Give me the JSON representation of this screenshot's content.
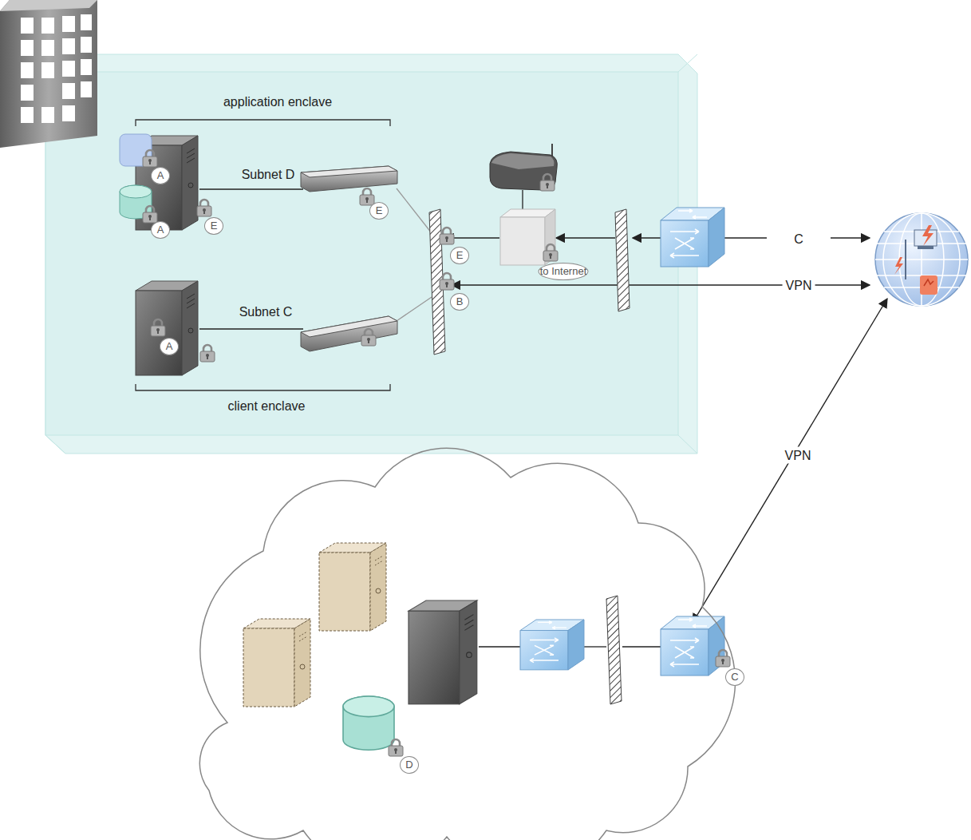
{
  "diagram": {
    "labels": [
      "application enclave",
      "A",
      "A",
      "E",
      "Subnet D",
      "E",
      "E",
      "B",
      "to Internet",
      "C",
      "VPN",
      "Subnet C",
      "A",
      "client enclave",
      "VPN",
      "C",
      "D"
    ]
  }
}
